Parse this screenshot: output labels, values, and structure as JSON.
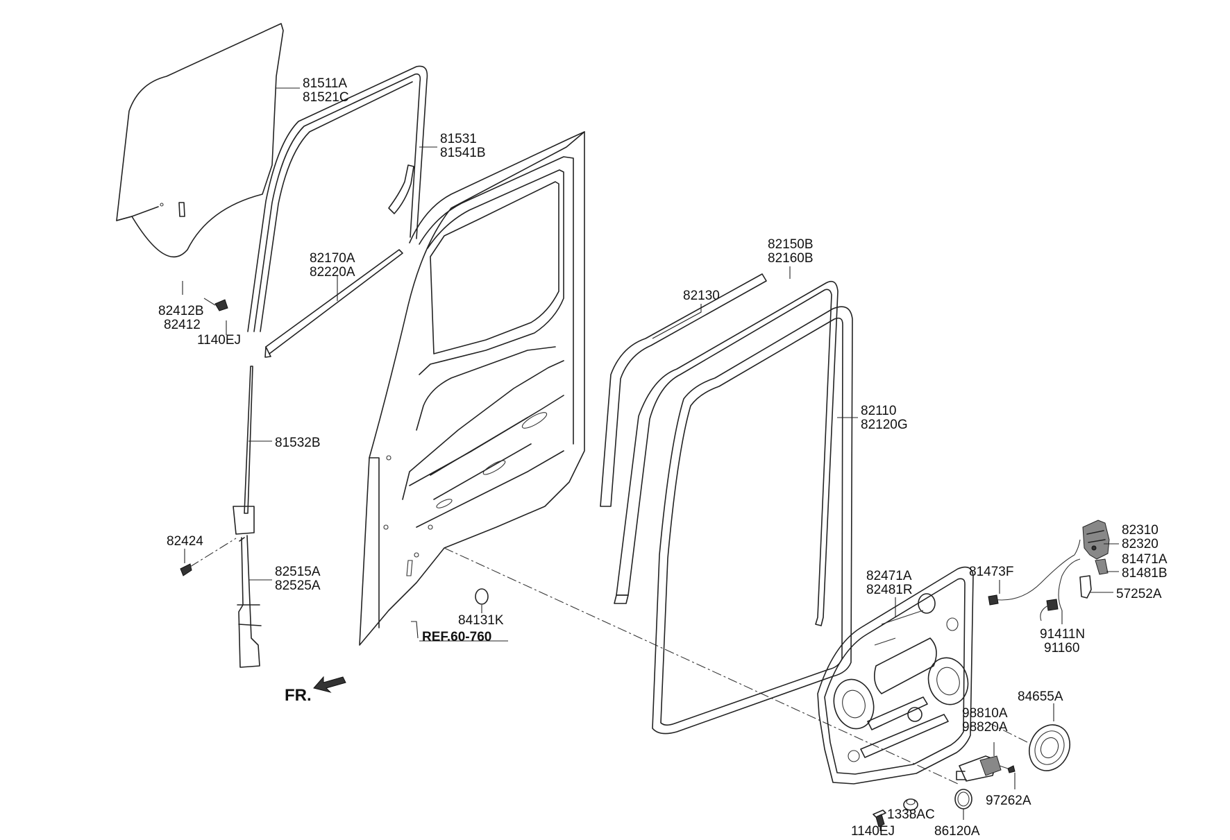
{
  "labels": {
    "l_81511A": "81511A",
    "l_81521C": "81521C",
    "l_81531": "81531",
    "l_81541B": "81541B",
    "l_82170A": "82170A",
    "l_82220A": "82220A",
    "l_82412B": "82412B",
    "l_82412": "82412",
    "l_1140EJ_top": "1140EJ",
    "l_81532B": "81532B",
    "l_82424": "82424",
    "l_82515A": "82515A",
    "l_82525A": "82525A",
    "l_84131K": "84131K",
    "l_ref": "REF.60-760",
    "l_fr": "FR.",
    "l_82130": "82130",
    "l_82150B": "82150B",
    "l_82160B": "82160B",
    "l_82110": "82110",
    "l_82120G": "82120G",
    "l_82310": "82310",
    "l_82320": "82320",
    "l_81471A": "81471A",
    "l_81481B": "81481B",
    "l_81473F": "81473F",
    "l_57252A": "57252A",
    "l_82471A": "82471A",
    "l_82481R": "82481R",
    "l_91411N": "91411N",
    "l_91160": "91160",
    "l_84655A": "84655A",
    "l_98810A": "98810A",
    "l_98820A": "98820A",
    "l_97262A": "97262A",
    "l_1338AC": "1338AC",
    "l_1140EJ_bot": "1140EJ",
    "l_86120A": "86120A"
  }
}
